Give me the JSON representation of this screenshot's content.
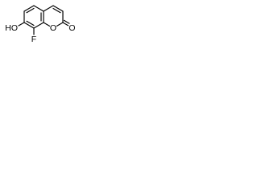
{
  "molecule": {
    "atoms": {
      "fluorine": "F",
      "hydroxyl": "HO",
      "ring_oxygen": "O",
      "carbonyl_oxygen": "O"
    }
  }
}
